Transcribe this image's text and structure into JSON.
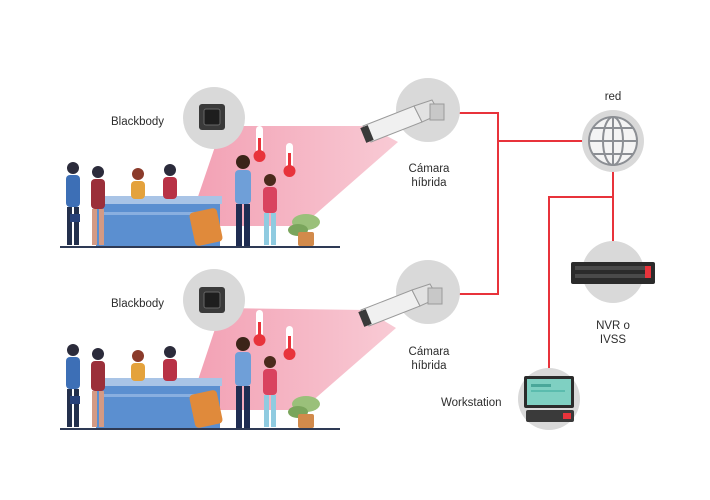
{
  "labels": {
    "blackbody_top": "Blackbody",
    "blackbody_bottom": "Blackbody",
    "camera_top_line1": "Cámara",
    "camera_top_line2": "híbrida",
    "camera_bottom_line1": "Cámara",
    "camera_bottom_line2": "híbrida",
    "network": "red",
    "nvr_line1": "NVR o",
    "nvr_line2": "IVSS",
    "workstation": "Workstation"
  },
  "colors": {
    "link_red": "#e8333b",
    "beam_pink": "#f4a3b3",
    "circle_gray": "#d9d9d9",
    "counter_blue": "#5b8fd0",
    "globe_gray": "#8c8f94"
  },
  "icons": [
    "blackbody-icon",
    "hybrid-camera-icon",
    "thermometer-icon",
    "globe-icon",
    "nvr-icon",
    "workstation-icon",
    "plant-icon",
    "suitcase-icon"
  ]
}
